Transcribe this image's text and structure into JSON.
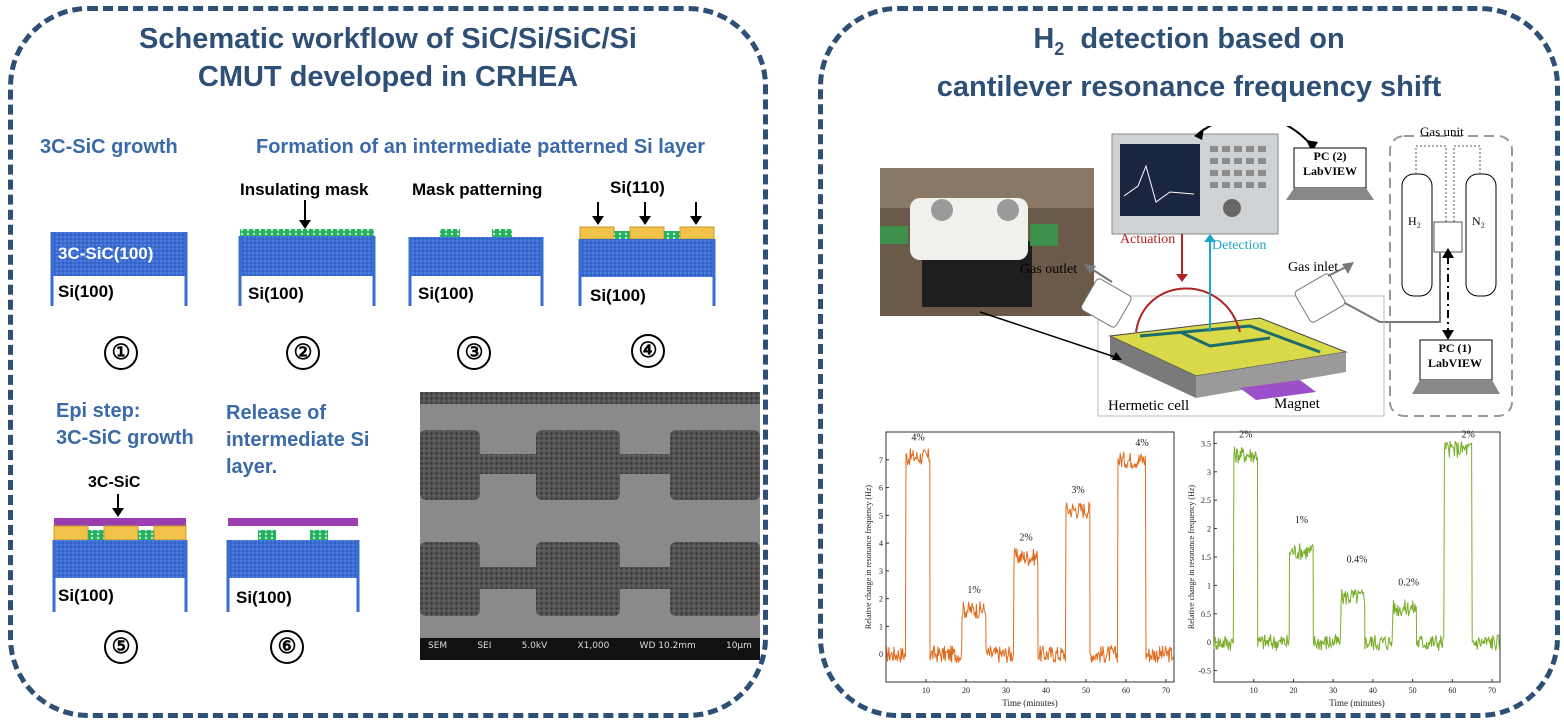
{
  "left": {
    "title_line1": "Schematic workflow of SiC/Si/SiC/Si",
    "title_line2": "CMUT developed in CRHEA",
    "step1_title": "3C-SiC growth",
    "formation_title": "Formation of an intermediate patterned Si layer",
    "insulating_mask": "Insulating mask",
    "mask_patterning": "Mask patterning",
    "si110": "Si(110)",
    "sic100": "3C-SiC(100)",
    "si100": "Si(100)",
    "epi_line1": "Epi step:",
    "epi_line2": "3C-SiC growth",
    "release_line1": "Release of",
    "release_line2": "intermediate Si",
    "release_line3": "layer.",
    "sic_label": "3C-SiC",
    "numbers": [
      "①",
      "②",
      "③",
      "④",
      "⑤",
      "⑥"
    ],
    "sem_bar": [
      "SEM",
      "SEI",
      "5.0kV",
      "X1,000",
      "WD 10.2mm",
      "10μm"
    ]
  },
  "right": {
    "title_line1_prefix": "H",
    "title_line1_sub": "2",
    "title_line1_rest": "  detection based on",
    "title_line2": "cantilever resonance frequency shift",
    "gas_unit": "Gas unit",
    "pc2_line1": "PC (2)",
    "pc2_line2": "LabVIEW",
    "pc1_line1": "PC (1)",
    "pc1_line2": "LabVIEW",
    "h2": "H₂",
    "n2": "N₂",
    "actuation": "Actuation",
    "detection": "Detection",
    "gas_outlet": "Gas outlet",
    "gas_inlet": "Gas inlet",
    "hermetic_cell": "Hermetic cell",
    "magnet": "Magnet"
  },
  "colors": {
    "accent": "#2e5076",
    "step": "#3b6aa8",
    "sic": "#3b6cd4",
    "orange": "#e06b1f",
    "green": "#7aae2a"
  },
  "chart_data": [
    {
      "type": "line",
      "xlabel": "Time (minutes)",
      "ylabel": "Relative change in resonance frequency (Hz)",
      "xlim": [
        0,
        72
      ],
      "ylim": [
        -1,
        8
      ],
      "xticks": [
        10,
        20,
        30,
        40,
        50,
        60,
        70
      ],
      "yticks": [
        0,
        1,
        2,
        3,
        4,
        5,
        6,
        7
      ],
      "color": "#e06b1f",
      "annotations": [
        {
          "x": 8,
          "y": 7.7,
          "text": "4%"
        },
        {
          "x": 22,
          "y": 2.2,
          "text": "1%"
        },
        {
          "x": 35,
          "y": 4.1,
          "text": "2%"
        },
        {
          "x": 48,
          "y": 5.8,
          "text": "3%"
        },
        {
          "x": 64,
          "y": 7.5,
          "text": "4%"
        }
      ],
      "segments": [
        {
          "x0": 0,
          "x1": 5,
          "y": 0
        },
        {
          "x0": 5,
          "x1": 11,
          "y": 7.1
        },
        {
          "x0": 11,
          "x1": 19,
          "y": 0
        },
        {
          "x0": 19,
          "x1": 25,
          "y": 1.6
        },
        {
          "x0": 25,
          "x1": 32,
          "y": 0
        },
        {
          "x0": 32,
          "x1": 38,
          "y": 3.5
        },
        {
          "x0": 38,
          "x1": 45,
          "y": 0
        },
        {
          "x0": 45,
          "x1": 51,
          "y": 5.2
        },
        {
          "x0": 51,
          "x1": 58,
          "y": 0
        },
        {
          "x0": 58,
          "x1": 65,
          "y": 7.0
        },
        {
          "x0": 65,
          "x1": 72,
          "y": 0
        }
      ]
    },
    {
      "type": "line",
      "xlabel": "Time (minutes)",
      "ylabel": "Relative change in resonance frequency (Hz)",
      "xlim": [
        0,
        72
      ],
      "ylim": [
        -0.7,
        3.7
      ],
      "xticks": [
        10,
        20,
        30,
        40,
        50,
        60,
        70
      ],
      "yticks": [
        -0.5,
        0,
        0.5,
        1,
        1.5,
        2,
        2.5,
        3,
        3.5
      ],
      "color": "#7aae2a",
      "annotations": [
        {
          "x": 8,
          "y": 3.6,
          "text": "2%"
        },
        {
          "x": 22,
          "y": 2.1,
          "text": "1%"
        },
        {
          "x": 36,
          "y": 1.4,
          "text": "0.4%"
        },
        {
          "x": 49,
          "y": 1.0,
          "text": "0.2%"
        },
        {
          "x": 64,
          "y": 3.6,
          "text": "2%"
        }
      ],
      "segments": [
        {
          "x0": 0,
          "x1": 5,
          "y": 0
        },
        {
          "x0": 5,
          "x1": 11,
          "y": 3.3
        },
        {
          "x0": 11,
          "x1": 19,
          "y": 0
        },
        {
          "x0": 19,
          "x1": 25,
          "y": 1.6
        },
        {
          "x0": 25,
          "x1": 32,
          "y": 0
        },
        {
          "x0": 32,
          "x1": 38,
          "y": 0.8
        },
        {
          "x0": 38,
          "x1": 45,
          "y": 0
        },
        {
          "x0": 45,
          "x1": 51,
          "y": 0.6
        },
        {
          "x0": 51,
          "x1": 58,
          "y": 0
        },
        {
          "x0": 58,
          "x1": 65,
          "y": 3.4
        },
        {
          "x0": 65,
          "x1": 72,
          "y": 0
        }
      ]
    }
  ]
}
